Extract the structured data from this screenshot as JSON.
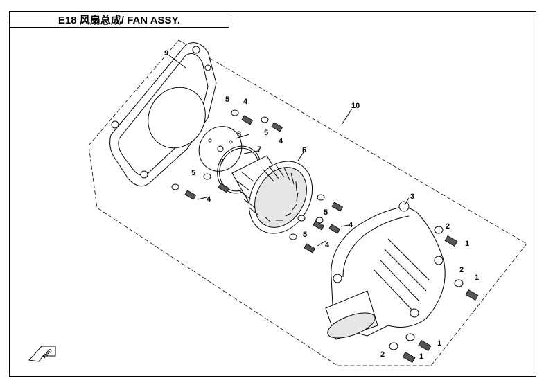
{
  "title": "E18 风扇总成/ FAN ASSY.",
  "fwd_label": "FWD",
  "callouts": [
    {
      "id": "c9",
      "label": "9"
    },
    {
      "id": "c10",
      "label": "10"
    },
    {
      "id": "c5a",
      "label": "5"
    },
    {
      "id": "c4a",
      "label": "4"
    },
    {
      "id": "c5b",
      "label": "5"
    },
    {
      "id": "c4b",
      "label": "4"
    },
    {
      "id": "c8",
      "label": "8"
    },
    {
      "id": "c7",
      "label": "7"
    },
    {
      "id": "c6",
      "label": "6"
    },
    {
      "id": "c5c",
      "label": "5"
    },
    {
      "id": "c4c",
      "label": "4"
    },
    {
      "id": "c5d",
      "label": "5"
    },
    {
      "id": "c4d",
      "label": "4"
    },
    {
      "id": "c5e",
      "label": "5"
    },
    {
      "id": "c4e",
      "label": "4"
    },
    {
      "id": "c3",
      "label": "3"
    },
    {
      "id": "c2a",
      "label": "2"
    },
    {
      "id": "c1a",
      "label": "1"
    },
    {
      "id": "c2b",
      "label": "2"
    },
    {
      "id": "c1b",
      "label": "1"
    },
    {
      "id": "c1c",
      "label": "1"
    },
    {
      "id": "c2c",
      "label": "2"
    },
    {
      "id": "c1d",
      "label": "1"
    }
  ]
}
